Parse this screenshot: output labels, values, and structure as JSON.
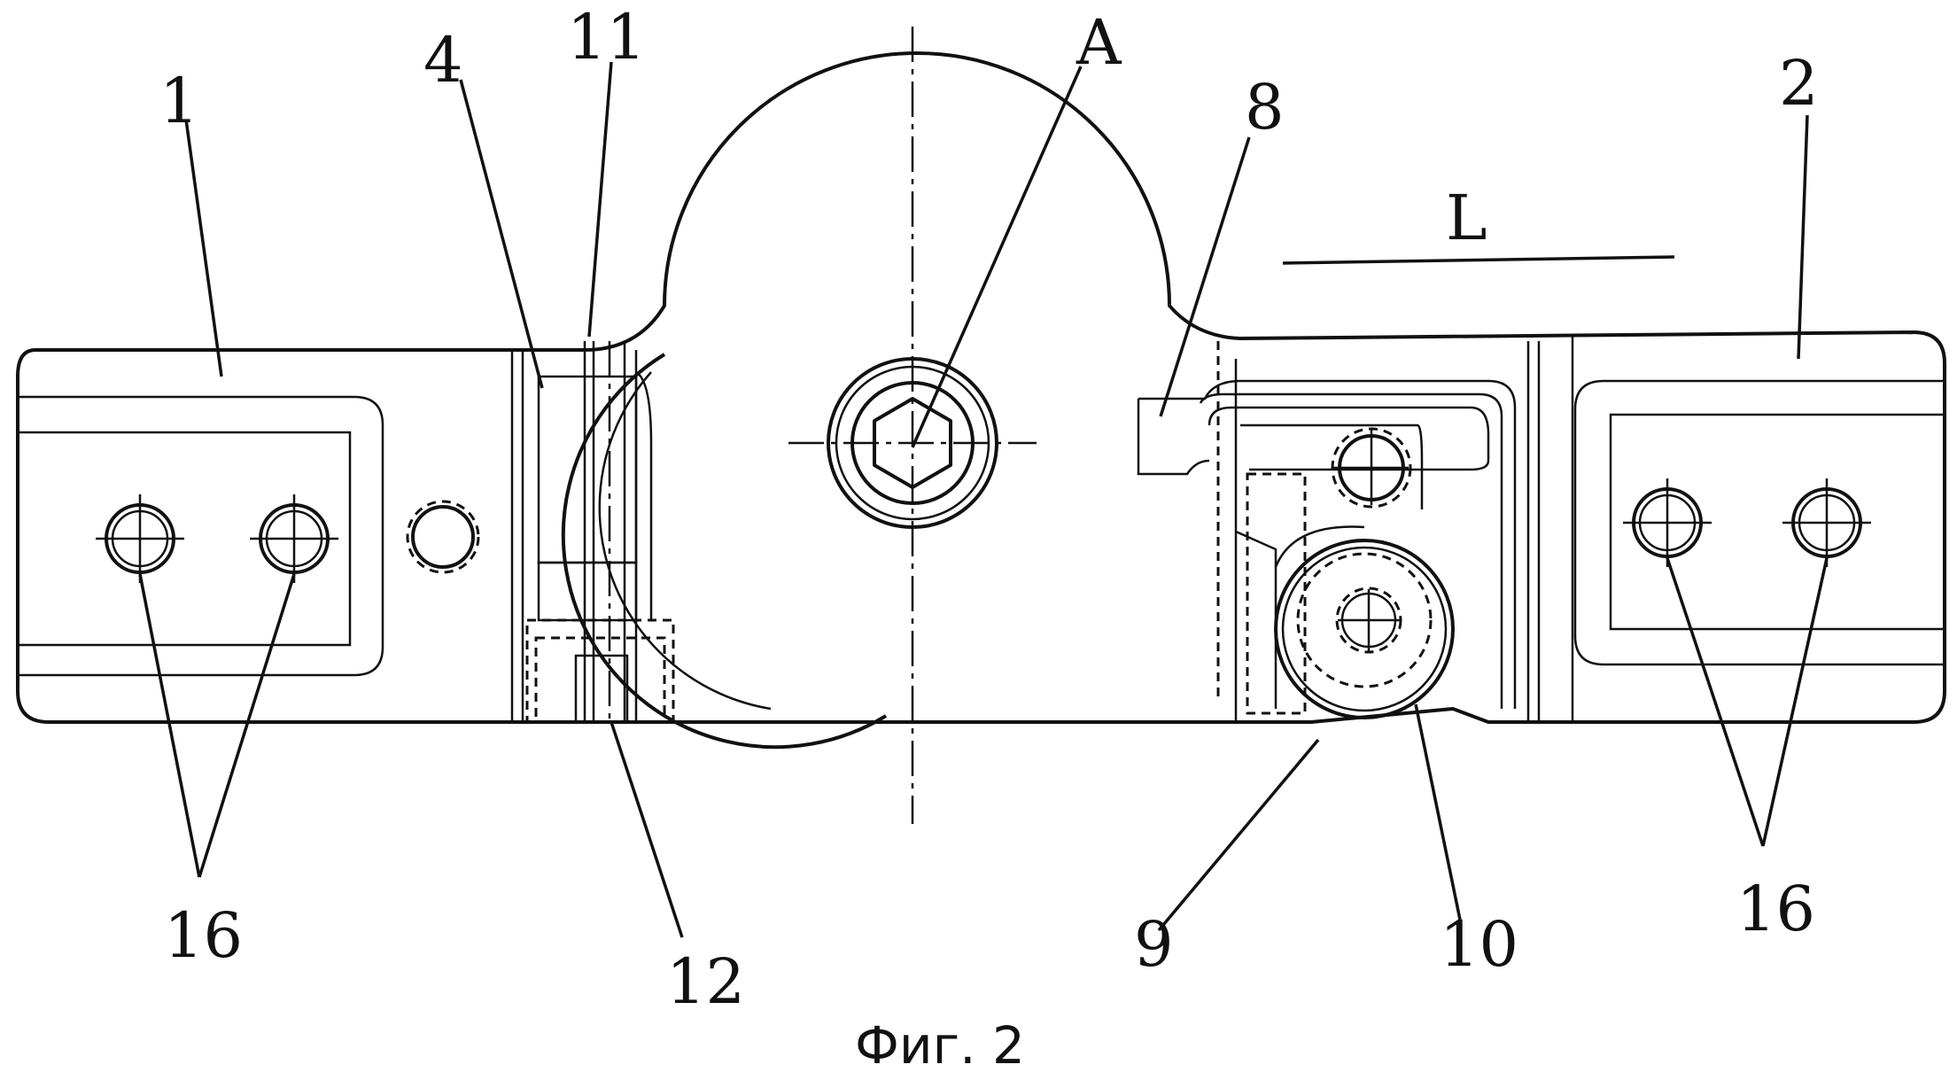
{
  "figure": {
    "caption": "Фиг. 2",
    "labels": {
      "part_1": "1",
      "part_2": "2",
      "part_4": "4",
      "part_8": "8",
      "part_9": "9",
      "part_10": "10",
      "part_11": "11",
      "part_12": "12",
      "part_16_left": "16",
      "part_16_right": "16",
      "axis_A": "A",
      "length_L": "L"
    }
  }
}
